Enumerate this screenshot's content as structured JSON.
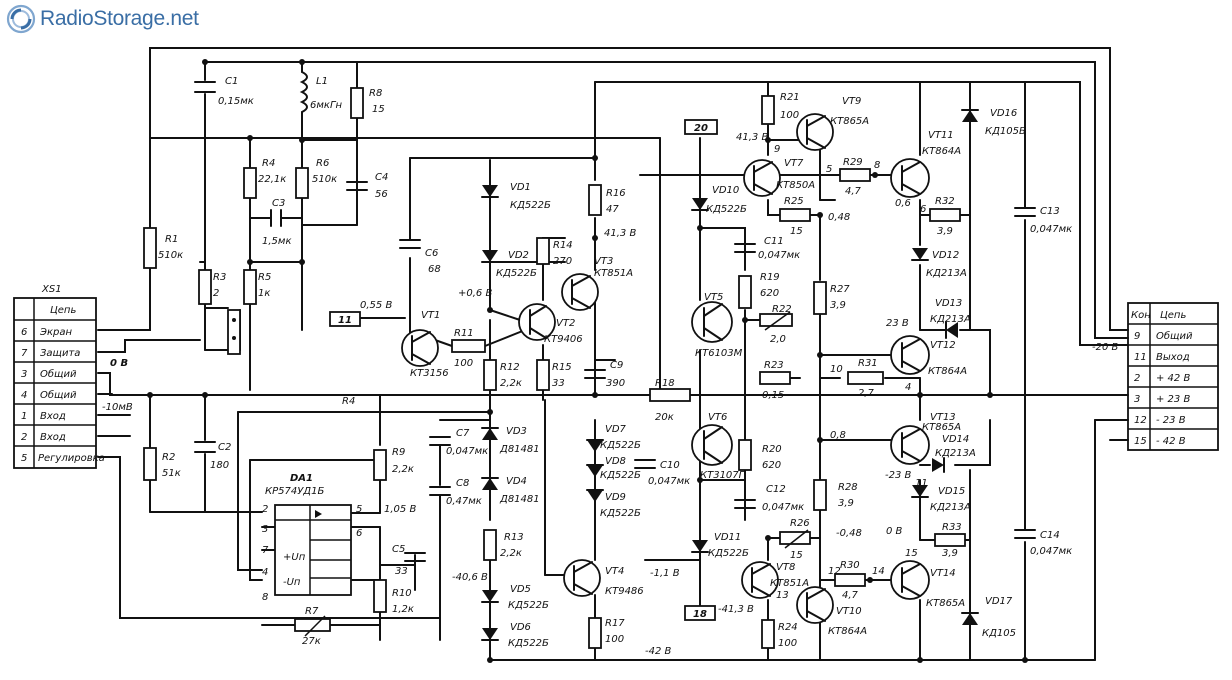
{
  "brand": {
    "name": "RadioStorage.net",
    "logo_icon": "radiostorage-logo-icon",
    "color": "#3a6ea5"
  },
  "connector_left": {
    "ref": "XS1",
    "header": "Цепь",
    "rows": [
      {
        "pin": "6",
        "label": "Экран"
      },
      {
        "pin": "7",
        "label": "Защита"
      },
      {
        "pin": "3",
        "label": "Общий"
      },
      {
        "pin": "4",
        "label": "Общий"
      },
      {
        "pin": "1",
        "label": "Вход"
      },
      {
        "pin": "2",
        "label": "Вход"
      },
      {
        "pin": "5",
        "label": "Регулировка"
      }
    ]
  },
  "connector_right": {
    "header_pin": "Кон",
    "header": "Цепь",
    "rows": [
      {
        "pin": "9",
        "label": "Общий"
      },
      {
        "pin": "11",
        "label": "Выход"
      },
      {
        "pin": "2",
        "label": "+ 42 В"
      },
      {
        "pin": "3",
        "label": "+ 23 В"
      },
      {
        "pin": "12",
        "label": "- 23 В"
      },
      {
        "pin": "15",
        "label": "- 42 В"
      }
    ]
  },
  "chip": {
    "ref": "DA1",
    "part": "КР574УД1Б",
    "pins": [
      "2",
      "3",
      "7",
      "4",
      "8",
      "5",
      "6"
    ],
    "pin_labels": [
      "+Uп",
      "-Uп"
    ]
  },
  "terminals": [
    {
      "id": "t11",
      "label": "11"
    },
    {
      "id": "t20",
      "label": "20"
    },
    {
      "id": "t18",
      "label": "18"
    }
  ],
  "components": [
    {
      "ref": "C1",
      "value": "0,15мк"
    },
    {
      "ref": "L1",
      "value": "6мкГн"
    },
    {
      "ref": "R8",
      "value": "15"
    },
    {
      "ref": "R4",
      "value": "22,1к"
    },
    {
      "ref": "R6",
      "value": "510к"
    },
    {
      "ref": "C4",
      "value": "56"
    },
    {
      "ref": "C3",
      "value": "1,5мк"
    },
    {
      "ref": "R1",
      "value": "510к"
    },
    {
      "ref": "R3",
      "value": "2"
    },
    {
      "ref": "R5",
      "value": "1к"
    },
    {
      "ref": "R2",
      "value": "51к"
    },
    {
      "ref": "C2",
      "value": "180"
    },
    {
      "ref": "C6",
      "value": "68"
    },
    {
      "ref": "VT1",
      "value": "КТ3156"
    },
    {
      "ref": "R11",
      "value": "100"
    },
    {
      "ref": "VD1",
      "value": "КД522Б"
    },
    {
      "ref": "VD2",
      "value": "КД522Б"
    },
    {
      "ref": "R14",
      "value": "270"
    },
    {
      "ref": "R16",
      "value": "47"
    },
    {
      "ref": "VT2",
      "value": "КТ9406"
    },
    {
      "ref": "VT3",
      "value": "КТ851А"
    },
    {
      "ref": "R12",
      "value": "2,2к"
    },
    {
      "ref": "R15",
      "value": "33"
    },
    {
      "ref": "C9",
      "value": "390"
    },
    {
      "ref": "R9",
      "value": "2,2к"
    },
    {
      "ref": "C7",
      "value": "0,047мк"
    },
    {
      "ref": "VD3",
      "value": "Д81481"
    },
    {
      "ref": "C8",
      "value": "0,47мк"
    },
    {
      "ref": "VD4",
      "value": "Д81481"
    },
    {
      "ref": "C5",
      "value": "33"
    },
    {
      "ref": "R10",
      "value": "1,2к"
    },
    {
      "ref": "R7",
      "value": "27к"
    },
    {
      "ref": "R13",
      "value": "2,2к"
    },
    {
      "ref": "VD5",
      "value": "КД522Б"
    },
    {
      "ref": "VD6",
      "value": "КД522Б"
    },
    {
      "ref": "VT4",
      "value": "КТ9486"
    },
    {
      "ref": "R17",
      "value": "100"
    },
    {
      "ref": "R18",
      "value": "20к"
    },
    {
      "ref": "VD7",
      "value": "КД522Б"
    },
    {
      "ref": "VD8",
      "value": "КД522Б"
    },
    {
      "ref": "VD9",
      "value": "КД522Б"
    },
    {
      "ref": "C10",
      "value": "0,047мк"
    },
    {
      "ref": "VD10",
      "value": "КД522Б"
    },
    {
      "ref": "C11",
      "value": "0,047мк"
    },
    {
      "ref": "R19",
      "value": "620"
    },
    {
      "ref": "VT5",
      "value": "КТ6103М"
    },
    {
      "ref": "R22",
      "value": "2,0"
    },
    {
      "ref": "R23",
      "value": "0,15"
    },
    {
      "ref": "VT6",
      "value": "КТ3107Г"
    },
    {
      "ref": "R20",
      "value": "620"
    },
    {
      "ref": "C12",
      "value": "0,047мк"
    },
    {
      "ref": "VD11",
      "value": "КД522Б"
    },
    {
      "ref": "R21",
      "value": "100"
    },
    {
      "ref": "VT9",
      "value": "КТ865А"
    },
    {
      "ref": "VT7",
      "value": "КТ850А"
    },
    {
      "ref": "R25",
      "value": "15"
    },
    {
      "ref": "R29",
      "value": "4,7"
    },
    {
      "ref": "VT11",
      "value": "КТ864А"
    },
    {
      "ref": "R32",
      "value": "3,9"
    },
    {
      "ref": "VD12",
      "value": "КД213А"
    },
    {
      "ref": "VD16",
      "value": "КД105Б"
    },
    {
      "ref": "C13",
      "value": "0,047мк"
    },
    {
      "ref": "R27",
      "value": "3,9"
    },
    {
      "ref": "VD13",
      "value": "КД213А"
    },
    {
      "ref": "R31",
      "value": "2,7"
    },
    {
      "ref": "VT12",
      "value": "КТ864А"
    },
    {
      "ref": "VT13",
      "value": "КТ865А"
    },
    {
      "ref": "VD14",
      "value": "КД213А"
    },
    {
      "ref": "VD15",
      "value": "КД213А"
    },
    {
      "ref": "R28",
      "value": "3,9"
    },
    {
      "ref": "R26",
      "value": "15"
    },
    {
      "ref": "VT8",
      "value": "КТ851А"
    },
    {
      "ref": "R30",
      "value": "4,7"
    },
    {
      "ref": "VT10",
      "value": "КТ864А"
    },
    {
      "ref": "R24",
      "value": "100"
    },
    {
      "ref": "R33",
      "value": "3,9"
    },
    {
      "ref": "VT14",
      "value": "КТ865А"
    },
    {
      "ref": "C14",
      "value": "0,047мк"
    },
    {
      "ref": "VD17",
      "value": "КД105"
    }
  ],
  "voltages": [
    {
      "id": "v1",
      "text": "0 В"
    },
    {
      "id": "v2",
      "text": "-10мВ"
    },
    {
      "id": "v3",
      "text": "0,55 В"
    },
    {
      "id": "v4",
      "text": "+0,6 В"
    },
    {
      "id": "v5",
      "text": "41,3 В"
    },
    {
      "id": "v6",
      "text": "1,05 В"
    },
    {
      "id": "v7",
      "text": "-40,6 В"
    },
    {
      "id": "v8",
      "text": "-1,1 В"
    },
    {
      "id": "v9",
      "text": "-42 В"
    },
    {
      "id": "v10",
      "text": "41,3 В"
    },
    {
      "id": "v11",
      "text": "0,48"
    },
    {
      "id": "v12",
      "text": "0,6"
    },
    {
      "id": "v13",
      "text": "23 В"
    },
    {
      "id": "v14",
      "text": "-20 В"
    },
    {
      "id": "v15",
      "text": "0,8"
    },
    {
      "id": "v16",
      "text": "-23 В"
    },
    {
      "id": "v17",
      "text": "-0,48"
    },
    {
      "id": "v18",
      "text": "0 В"
    },
    {
      "id": "v19",
      "text": "-41,3 В"
    }
  ],
  "nodes": [
    "9",
    "5",
    "8",
    "6",
    "10",
    "4",
    "12",
    "13",
    "14",
    "11",
    "15"
  ],
  "misc": {
    "c_label": "С4",
    "rs": "R4"
  }
}
